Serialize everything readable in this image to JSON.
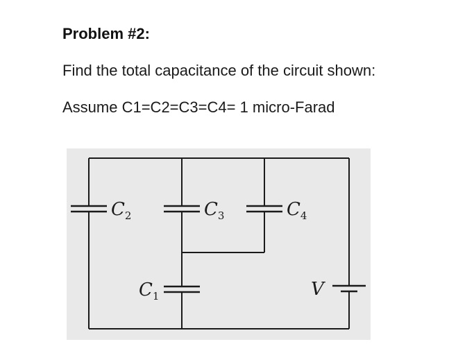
{
  "problem": {
    "heading": "Problem #2:",
    "question": "Find the total capacitance of the circuit shown:",
    "assumption": "Assume C1=C2=C3=C4= 1 micro-Farad"
  },
  "circuit": {
    "labels": {
      "c1": {
        "letter": "C",
        "sub": "1"
      },
      "c2": {
        "letter": "C",
        "sub": "2"
      },
      "c3": {
        "letter": "C",
        "sub": "3"
      },
      "c4": {
        "letter": "C",
        "sub": "4"
      },
      "v": {
        "letter": "V"
      }
    },
    "colors": {
      "wire": "#1a1a1a",
      "background": "#e9e9e9"
    }
  }
}
